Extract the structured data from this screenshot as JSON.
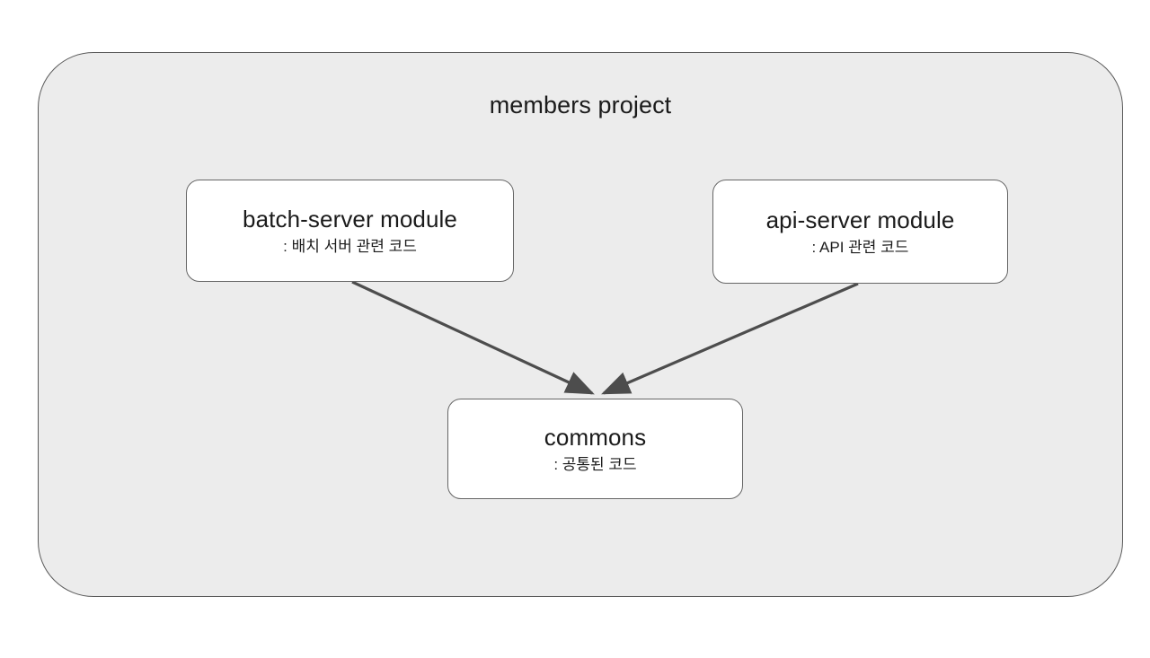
{
  "diagram": {
    "type": "module-dependency-diagram",
    "container": {
      "label": "members project",
      "fill_color": "#ececec",
      "border_color": "#5a5a5a"
    },
    "nodes": [
      {
        "id": "batch-server",
        "title": "batch-server module",
        "subtitle": ": 배치 서버 관련 코드",
        "fill_color": "#ffffff",
        "border_color": "#666666"
      },
      {
        "id": "api-server",
        "title": "api-server module",
        "subtitle": ": API 관련 코드",
        "fill_color": "#ffffff",
        "border_color": "#666666"
      },
      {
        "id": "commons",
        "title": "commons",
        "subtitle": ": 공통된 코드",
        "fill_color": "#ffffff",
        "border_color": "#666666"
      }
    ],
    "edges": [
      {
        "id": "batch-to-commons",
        "from": "batch-server",
        "to": "commons",
        "style": "solid-arrow",
        "color": "#4d4d4d"
      },
      {
        "id": "api-to-commons",
        "from": "api-server",
        "to": "commons",
        "style": "solid-arrow",
        "color": "#4d4d4d"
      }
    ]
  }
}
